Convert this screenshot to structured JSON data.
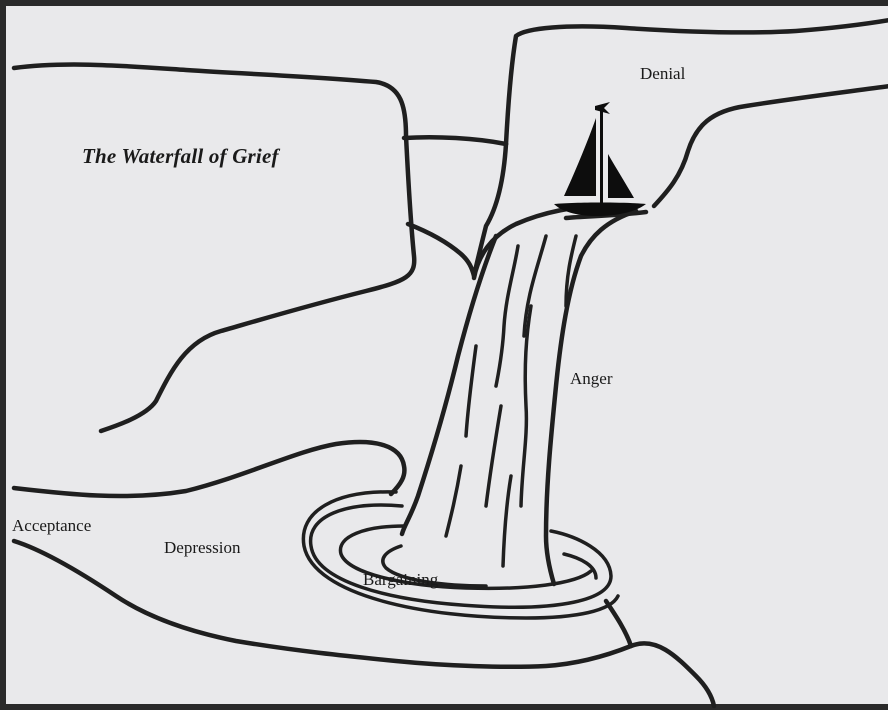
{
  "title": "The Waterfall of Grief",
  "stages": {
    "denial": "Denial",
    "anger": "Anger",
    "bargaining": "Bargaining",
    "depression": "Depression",
    "acceptance": "Acceptance"
  },
  "icons": {
    "boat": "sailboat-icon"
  },
  "colors": {
    "paper": "#e9e9eb",
    "ink": "#1a1a1a",
    "border": "#2a2a2a"
  }
}
